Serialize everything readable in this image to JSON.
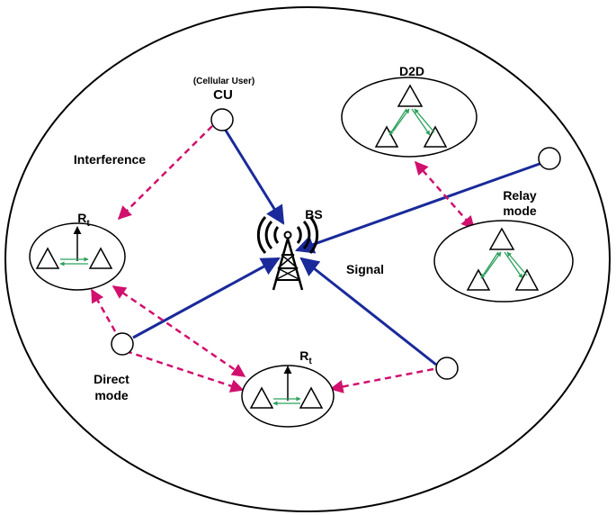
{
  "labels": {
    "cellular_user": "(Cellular User)",
    "cu": "CU",
    "d2d": "D2D",
    "interference": "Interference",
    "relay_line1": "Relay",
    "relay_line2": "mode",
    "bs": "BS",
    "signal": "Signal",
    "rt_base": "R",
    "rt_sub": "t",
    "direct_line1": "Direct",
    "direct_line2": "mode"
  },
  "colors": {
    "signal_line": "#1a2a9a",
    "interference_line": "#d1106e",
    "d2d_link": "#2aa05a",
    "outline": "#000000"
  }
}
